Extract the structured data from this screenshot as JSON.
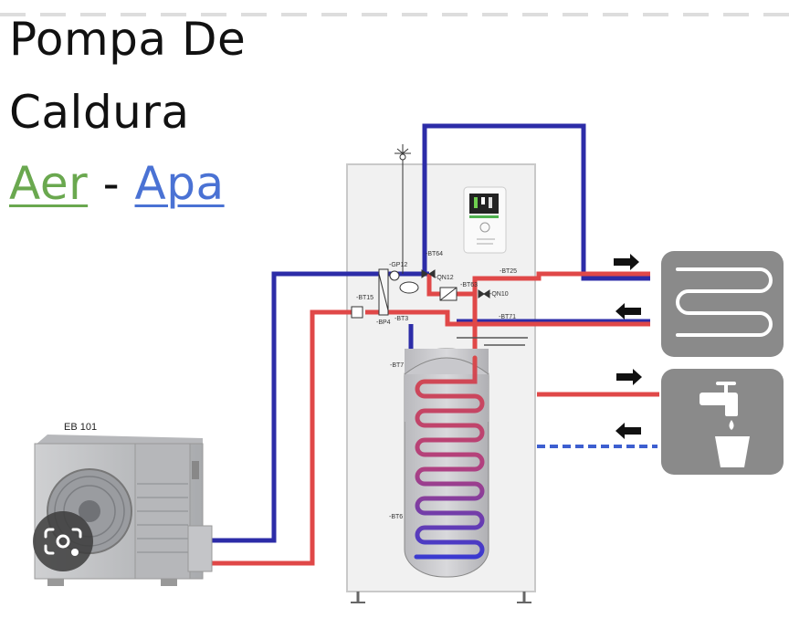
{
  "title": {
    "line1": "Pompa De",
    "line2": "Caldura",
    "aer": "Aer",
    "separator": "-",
    "apa": "Apa"
  },
  "labels": {
    "outdoor_unit": "EB 101",
    "gp12": "-GP12",
    "bt64": "-BT64",
    "qn12": "-QN12",
    "bt25": "-BT25",
    "bt63": "-BT63",
    "qn10": "-QN10",
    "bt15": "-BT15",
    "bp4": "-BP4",
    "bt3": "-BT3",
    "bt71": "-BT71",
    "bt7": "-BT7",
    "bt6": "-BT6"
  },
  "colors": {
    "supply_red": "#e04848",
    "return_blue": "#2c2ca8",
    "coil_red": "#d94a4a",
    "coil_blue": "#3a3ad0",
    "green_title": "#6aa84f",
    "blue_title": "#4a72d4",
    "icon_box": "#8a8a8a"
  },
  "icons": [
    "floor-heating-icon",
    "water-tap-icon",
    "camera-lens-icon"
  ]
}
